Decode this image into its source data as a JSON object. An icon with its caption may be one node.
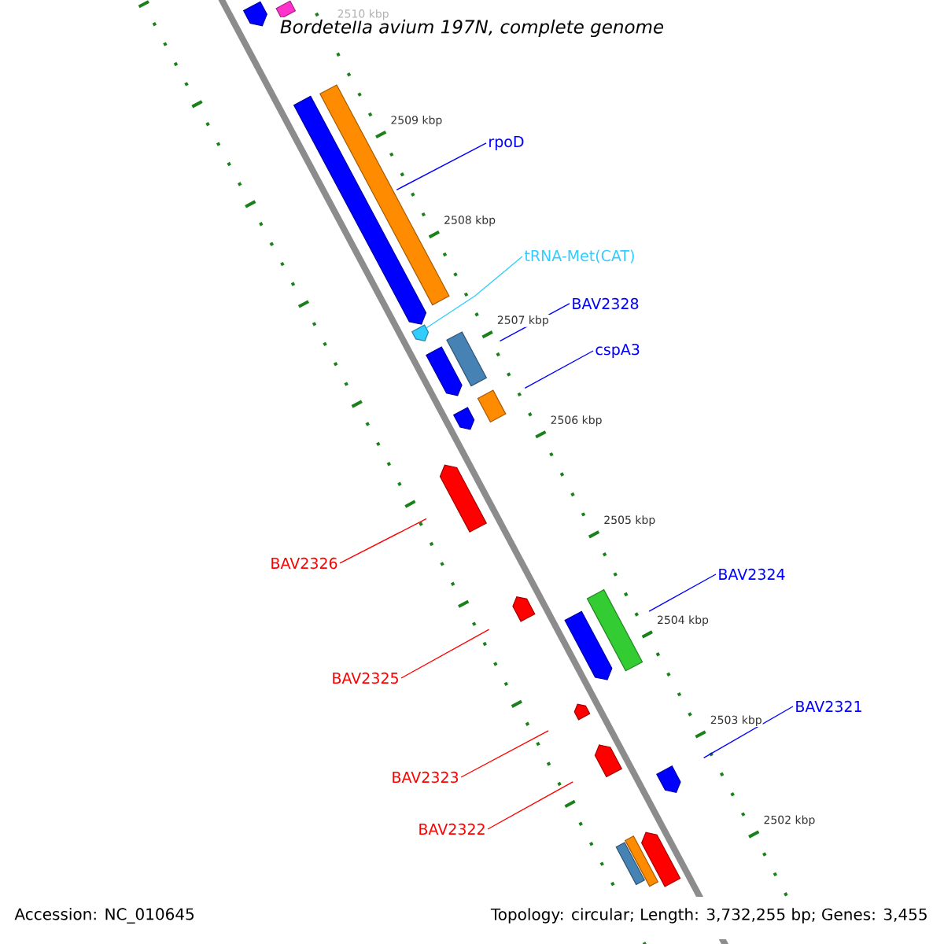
{
  "diagram": {
    "title": "Bordetella avium 197N, complete genome",
    "nodes": [
      {
        "text": [
          "rpoD"
        ]
      },
      {
        "text": [
          "tRNA-Met(CAT)"
        ]
      },
      {
        "text": [
          "BAV2328"
        ]
      },
      {
        "text": [
          "cspA3"
        ]
      },
      {
        "text": [
          "BAV2326"
        ]
      },
      {
        "text": [
          "BAV2324"
        ]
      },
      {
        "text": [
          "BAV2325"
        ]
      },
      {
        "text": [
          "BAV2321"
        ]
      },
      {
        "text": [
          "BAV2323"
        ]
      },
      {
        "text": [
          "BAV2322"
        ]
      },
      {
        "text": [],
        "shape": "pentagon"
      },
      {
        "text": [],
        "shape": "bar"
      },
      {
        "text": [],
        "shape": "pentagon"
      },
      {
        "text": [],
        "shape": "bar"
      },
      {
        "text": [],
        "shape": "pentagon"
      },
      {
        "text": [],
        "shape": "pentagon"
      },
      {
        "text": [],
        "shape": "bar"
      },
      {
        "text": [],
        "shape": "pentagon"
      },
      {
        "text": [],
        "shape": "bar"
      },
      {
        "text": [],
        "shape": "pentagon"
      },
      {
        "text": [],
        "shape": "pentagon"
      },
      {
        "text": [],
        "shape": "pentagon"
      },
      {
        "text": [],
        "shape": "bar"
      },
      {
        "text": [],
        "shape": "pentagon"
      },
      {
        "text": [],
        "shape": "pentagon"
      },
      {
        "text": [],
        "shape": "pentagon"
      },
      {
        "text": [],
        "shape": "pentagon"
      },
      {
        "text": [],
        "shape": "bar"
      },
      {
        "text": [],
        "shape": "bar"
      }
    ],
    "edges": [
      {
        "from": 0,
        "to": 12,
        "arrow": "none"
      },
      {
        "from": 1,
        "to": 14,
        "arrow": "none",
        "color": "#33ccff"
      },
      {
        "from": 2,
        "to": 16,
        "arrow": "none"
      },
      {
        "from": 3,
        "to": 18,
        "arrow": "none"
      },
      {
        "from": 4,
        "to": 19,
        "arrow": "none",
        "color": "#ff0000"
      },
      {
        "from": 5,
        "to": 22,
        "arrow": "none"
      },
      {
        "from": 6,
        "to": 20,
        "arrow": "none",
        "color": "#ff0000"
      },
      {
        "from": 7,
        "to": 25,
        "arrow": "none"
      },
      {
        "from": 8,
        "to": 23,
        "arrow": "none",
        "color": "#ff0000"
      },
      {
        "from": 9,
        "to": 24,
        "arrow": "none",
        "color": "#ff0000"
      }
    ],
    "labels": [
      "2510 kbp",
      "2509 kbp",
      "2508 kbp",
      "2507 kbp",
      "2506 kbp",
      "2505 kbp",
      "2504 kbp",
      "2503 kbp",
      "2502 kbp",
      "Accession: NC_010645",
      "Topology: circular; Length: 3,732,255 bp; Genes: 3,455"
    ]
  }
}
